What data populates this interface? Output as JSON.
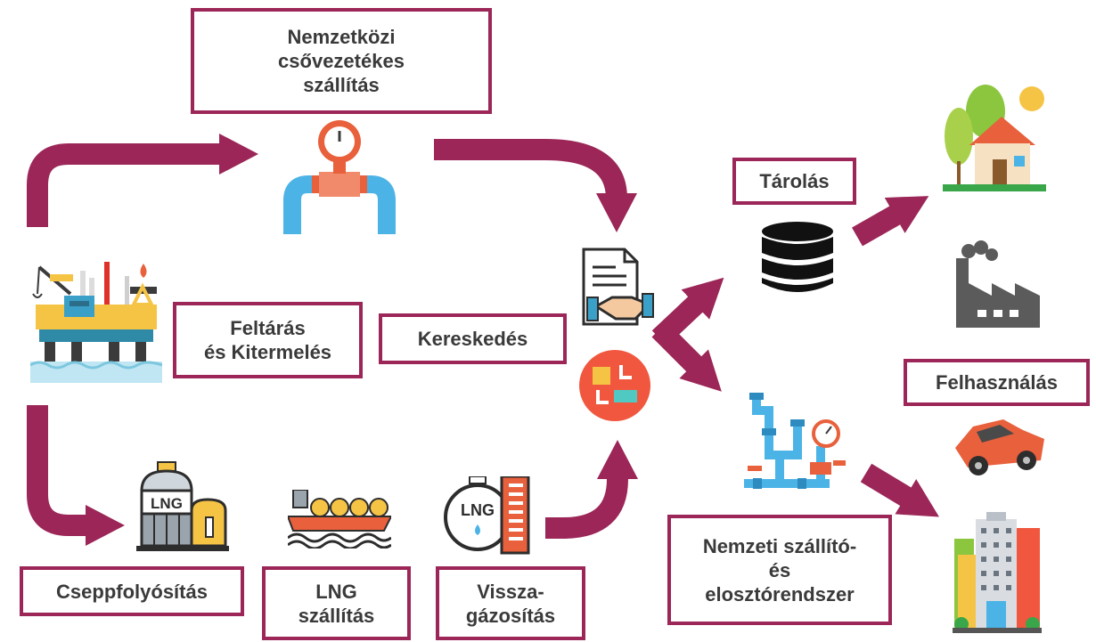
{
  "labels": {
    "pipeline": "Nemzetközi\ncsővezetékes\nszállítás",
    "exploration": "Feltárás\nés Kitermelés",
    "trading": "Kereskedés",
    "storage": "Tárolás",
    "consumption": "Felhasználás",
    "liquefaction": "Cseppfolyósítás",
    "lng_transport": "LNG\nszállítás",
    "regasification": "Vissza-\ngázosítás",
    "national_grid": "Nemzeti szállító-\nés\nelosztórendszer",
    "lng_tank_text": "LNG",
    "lng_regas_text": "LNG"
  },
  "colors": {
    "arrow": "#9b2657",
    "box_border": "#9b2657",
    "text": "#3a3a3a"
  },
  "icons": [
    "offshore-platform-icon",
    "pipeline-gauge-icon",
    "contract-handshake-icon",
    "exchange-icon",
    "database-icon",
    "house-icon",
    "factory-icon",
    "car-icon",
    "buildings-icon",
    "distribution-pipes-icon",
    "lng-tank-icon",
    "lng-ship-icon",
    "regasification-icon"
  ]
}
